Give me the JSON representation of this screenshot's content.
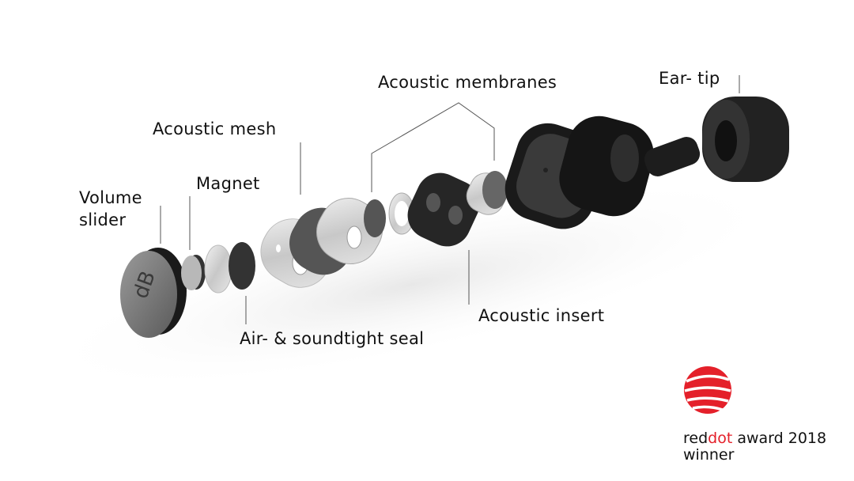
{
  "labels": {
    "volume_slider_1": "Volume",
    "volume_slider_2": "slider",
    "magnet": "Magnet",
    "acoustic_mesh": "Acoustic mesh",
    "acoustic_membranes": "Acoustic membranes",
    "ear_tip": "Ear- tip",
    "acoustic_insert": "Acoustic insert",
    "seal": "Air- & soundtight seal"
  },
  "dial_marking": "dB",
  "award": {
    "red": "red",
    "dot": "dot",
    "rest": " award 2018",
    "winner": "winner",
    "accent_color": "#e4202a"
  }
}
